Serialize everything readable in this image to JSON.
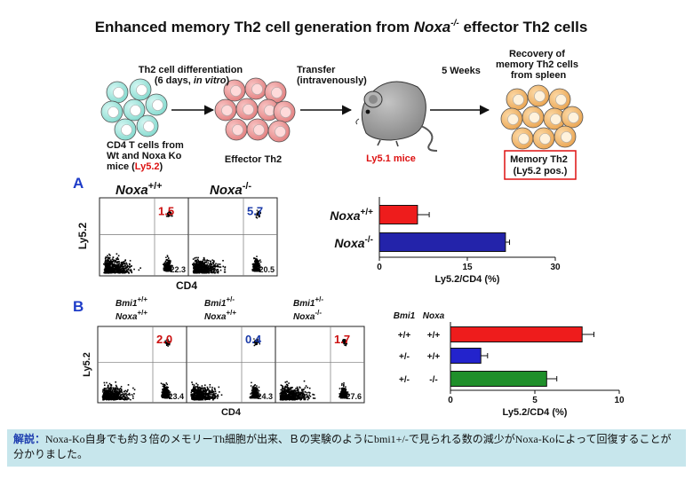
{
  "title": {
    "prefix": "Enhanced memory Th2 cell generation from ",
    "gene": "Noxa",
    "sup": "-/-",
    "suffix": " effector Th2 cells"
  },
  "scheme": {
    "cd4_label": [
      "CD4 T cells from",
      "Wt and Noxa Ko",
      "mice ("
    ],
    "cd4_ly": "Ly5.2",
    "cd4_close": ")",
    "step1": [
      "Th2 cell differentiation",
      "(6 days, "
    ],
    "step1_italic": "in vitro",
    "step1_close": ")",
    "effector": "Effector Th2",
    "transfer": [
      "Transfer",
      "(intravenously)"
    ],
    "mice": "Ly5.1 mice",
    "weeks": "5 Weeks",
    "recovery": [
      "Recovery of",
      "memory Th2 cells",
      "from spleen"
    ],
    "memory_box": [
      "Memory Th2",
      "(Ly5.2 pos.)"
    ]
  },
  "panel_a": {
    "letter": "A",
    "headers": [
      {
        "gene": "Noxa",
        "sup": "+/+"
      },
      {
        "gene": "Noxa",
        "sup": "-/-"
      }
    ],
    "y_axis": "Ly5.2",
    "x_axis": "CD4",
    "plots": [
      {
        "upper": "1.5",
        "lower": "22.3"
      },
      {
        "upper": "5.7",
        "lower": "20.5"
      }
    ]
  },
  "panel_b": {
    "letter": "B",
    "headers": [
      [
        {
          "gene": "Bmi1",
          "sup": "+/+"
        },
        {
          "gene": "Noxa",
          "sup": "+/+"
        }
      ],
      [
        {
          "gene": "Bmi1",
          "sup": "+/-"
        },
        {
          "gene": "Noxa",
          "sup": "+/+"
        }
      ],
      [
        {
          "gene": "Bmi1",
          "sup": "+/-"
        },
        {
          "gene": "Noxa",
          "sup": "-/-"
        }
      ]
    ],
    "y_axis": "Ly5.2",
    "x_axis": "CD4",
    "plots": [
      {
        "upper": "2.0",
        "lower": "23.4"
      },
      {
        "upper": "0.4",
        "lower": "24.3"
      },
      {
        "upper": "1.7",
        "lower": "27.6"
      }
    ]
  },
  "chart_data": [
    {
      "type": "bar",
      "orientation": "horizontal",
      "categories": [
        "Noxa+/+",
        "Noxa-/-"
      ],
      "category_labels": [
        {
          "gene": "Noxa",
          "sup": "+/+"
        },
        {
          "gene": "Noxa",
          "sup": "-/-"
        }
      ],
      "values": [
        6.5,
        21.5
      ],
      "errors": [
        2.0,
        0.7
      ],
      "colors": [
        "#ee1c1c",
        "#2323aa"
      ],
      "xlabel": "Ly5.2/CD4 (%)",
      "xlim": [
        0,
        30
      ],
      "xticks": [
        0,
        15,
        30
      ]
    },
    {
      "type": "bar",
      "orientation": "horizontal",
      "categories": [
        "+/+ +/+",
        "+/- +/+",
        "+/- -/-"
      ],
      "col_headers": [
        "Bmi1",
        "Noxa"
      ],
      "row_labels": [
        [
          "+/+",
          "+/+"
        ],
        [
          "+/-",
          "+/+"
        ],
        [
          "+/-",
          "-/-"
        ]
      ],
      "values": [
        7.8,
        1.8,
        5.7
      ],
      "errors": [
        0.7,
        0.4,
        0.6
      ],
      "colors": [
        "#ee1c1c",
        "#2323cc",
        "#1f8f2a"
      ],
      "xlabel": "Ly5.2/CD4 (%)",
      "xlim": [
        0,
        10
      ],
      "xticks": [
        0,
        5,
        10
      ]
    }
  ],
  "note": {
    "head": "解説：",
    "text": "Noxa-Ko自身でも約３倍のメモリーTh細胞が出来、Ｂの実験のようにbmi1+/-で見られる数の減少がNoxa-Koによって回復することが分かりました。"
  },
  "colors": {
    "naive_cell": "#a6ece4",
    "naive_nucleus": "#ffffff",
    "effector_cell": "#ef9a9a",
    "effector_nucleus": "#ffdada",
    "memory_cell": "#f6b96a",
    "memory_nucleus": "#fff2dc",
    "mouse": "#9a9a9a",
    "mice_label": "#dd1111",
    "ly_label": "#dd1111",
    "panel_letter": "#1e3cc8",
    "value_red": "#cc1111",
    "value_blue": "#1a3aa8",
    "note_bg": "#c7e6ec"
  }
}
